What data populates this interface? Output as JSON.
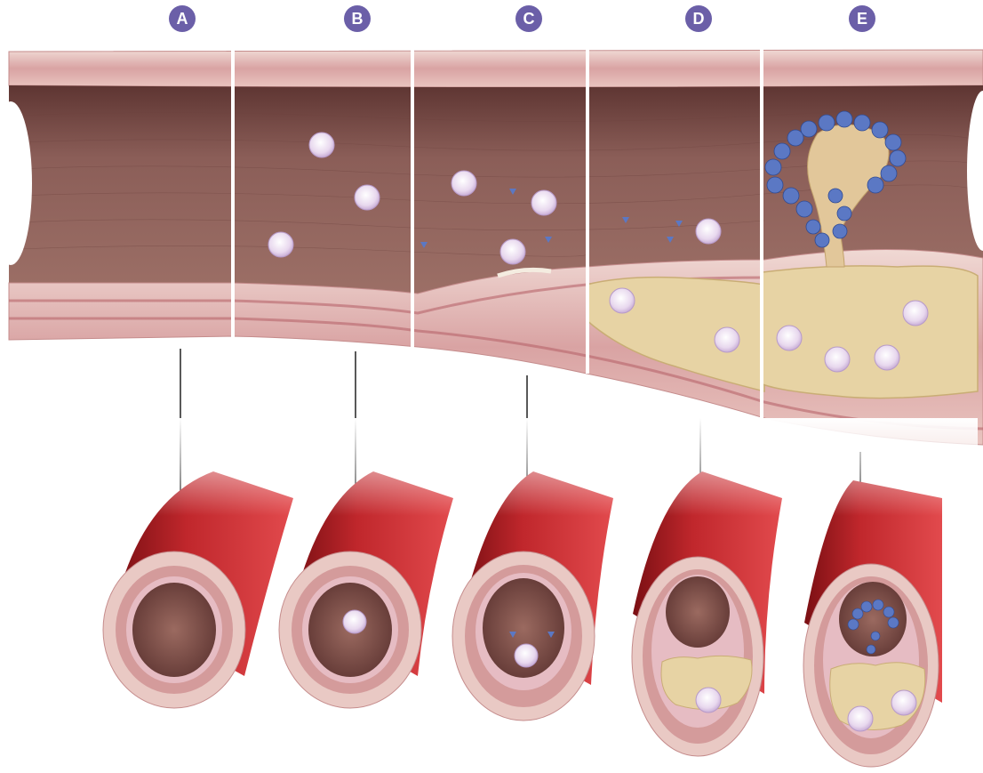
{
  "stages": [
    {
      "label": "A"
    },
    {
      "label": "B"
    },
    {
      "label": "C"
    },
    {
      "label": "D"
    },
    {
      "label": "E"
    }
  ],
  "colors": {
    "label_badge": "#6b5fa8",
    "vessel_wall_outer": "#e9c9c4",
    "vessel_wall_inner": "#c9848a",
    "lumen": "#8b5a55",
    "plaque": "#e9d6a8",
    "platelet": "#5b78c4",
    "white_cell": "#e6d9ef",
    "vessel_red": "#b01e24"
  }
}
